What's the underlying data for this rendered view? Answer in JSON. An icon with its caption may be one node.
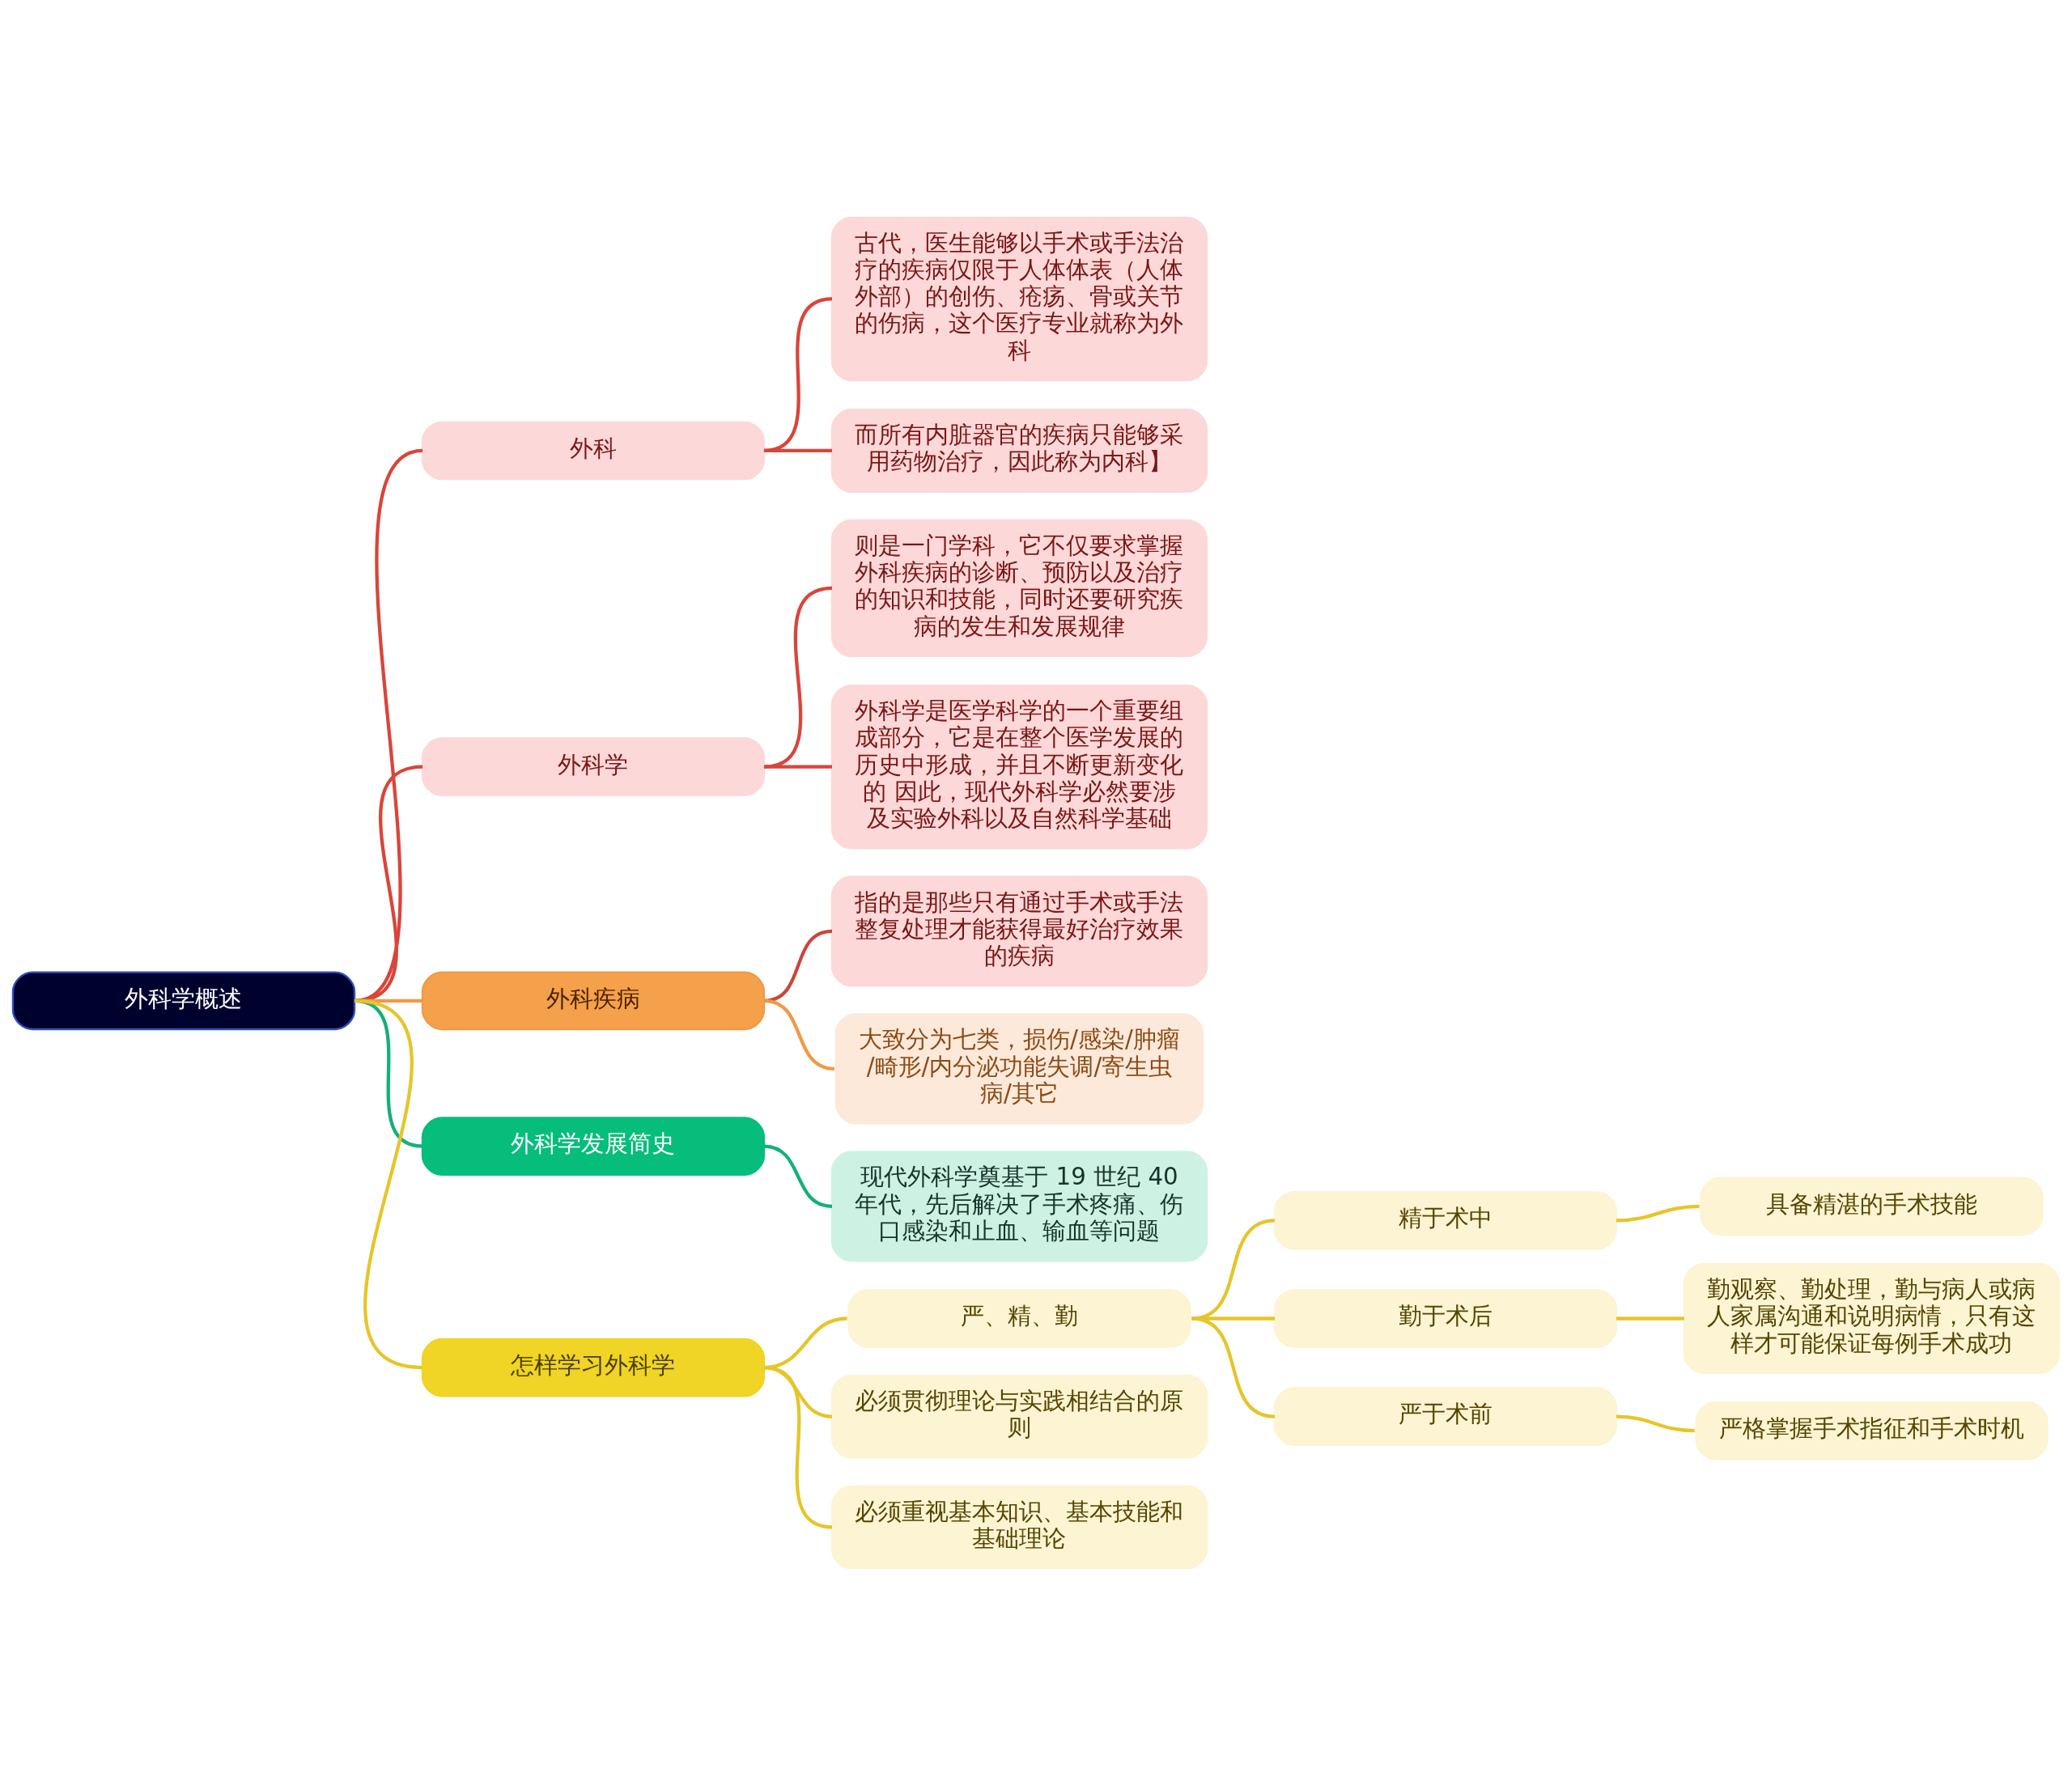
{
  "diagram": {
    "nodes": [
      {
        "text": [
          "外科学概述"
        ]
      },
      {
        "text": [
          "外科"
        ]
      },
      {
        "text": [
          "古代，医生能够以手术或手法治疗的疾病仅限于人体体表（人体外部）的创伤、疮疡、骨或关节的伤病，这个医疗专业就称为外科"
        ]
      },
      {
        "text": [
          "而所有内脏器官的疾病只能够采用药物治疗，因此称为内科】"
        ]
      },
      {
        "text": [
          "外科学"
        ]
      },
      {
        "text": [
          "则是一门学科，它不仅要求掌握外科疾病的诊断、预防以及治疗的知识和技能，同时还要研究疾病的发生和发展规律"
        ]
      },
      {
        "text": [
          "外科学是医学科学的一个重要组成部分，它是在整个医学发展的历史中形成，并且不断更新变化的 因此，现代外科学必然要涉及实验外科以及自然科学基础"
        ]
      },
      {
        "text": [
          "外科疾病"
        ]
      },
      {
        "text": [
          "指的是那些只有通过手术或手法整复处理才能获得最好治疗效果的疾病"
        ]
      },
      {
        "text": [
          "大致分为七类，损伤/感染/肿瘤/畸形/内分泌功能失调/寄生虫病/其它"
        ]
      },
      {
        "text": [
          "外科学发展简史"
        ]
      },
      {
        "text": [
          "现代外科学奠基于 19 世纪 40 年代，先后解决了手术疼痛、伤口感染和止血、输血等问题"
        ]
      },
      {
        "text": [
          "怎样学习外科学"
        ]
      },
      {
        "text": [
          "严、精、勤"
        ]
      },
      {
        "text": [
          "精于术中"
        ]
      },
      {
        "text": [
          "具备精湛的手术技能"
        ]
      },
      {
        "text": [
          "勤于术后"
        ]
      },
      {
        "text": [
          "勤观察、勤处理，勤与病人或病人家属沟通和说明病情，只有这样才可能保证每例手术成功"
        ]
      },
      {
        "text": [
          "严于术前"
        ]
      },
      {
        "text": [
          "严格掌握手术指征和手术时机"
        ]
      },
      {
        "text": [
          "必须贯彻理论与实践相结合的原则"
        ]
      },
      {
        "text": [
          "必须重视基本知识、基本技能和基础理论"
        ]
      }
    ],
    "edges": [
      {
        "from": 0,
        "to": 1,
        "arrow": "none",
        "color": "#d9453b"
      },
      {
        "from": 1,
        "to": 2,
        "arrow": "none",
        "color": "#d9453b"
      },
      {
        "from": 1,
        "to": 3,
        "arrow": "none",
        "color": "#d9453b"
      },
      {
        "from": 0,
        "to": 4,
        "arrow": "none",
        "color": "#d9453b"
      },
      {
        "from": 4,
        "to": 5,
        "arrow": "none",
        "color": "#d9453b"
      },
      {
        "from": 4,
        "to": 6,
        "arrow": "none",
        "color": "#d9453b"
      },
      {
        "from": 0,
        "to": 7,
        "arrow": "none",
        "color": "#f09a45"
      },
      {
        "from": 7,
        "to": 8,
        "arrow": "none",
        "color": "#c8483e"
      },
      {
        "from": 7,
        "to": 9,
        "arrow": "none",
        "color": "#f09a45"
      },
      {
        "from": 0,
        "to": 10,
        "arrow": "none",
        "color": "#14b078"
      },
      {
        "from": 10,
        "to": 11,
        "arrow": "none",
        "color": "#14b078"
      },
      {
        "from": 0,
        "to": 12,
        "arrow": "none"
      },
      {
        "from": 12,
        "to": 13,
        "arrow": "none"
      },
      {
        "from": 13,
        "to": 14,
        "arrow": "none"
      },
      {
        "from": 14,
        "to": 15,
        "arrow": "none"
      },
      {
        "from": 13,
        "to": 16,
        "arrow": "none"
      },
      {
        "from": 16,
        "to": 17,
        "arrow": "none"
      },
      {
        "from": 13,
        "to": 18,
        "arrow": "none"
      },
      {
        "from": 18,
        "to": 19,
        "arrow": "none"
      },
      {
        "from": 12,
        "to": 20,
        "arrow": "none"
      },
      {
        "from": 12,
        "to": 21,
        "arrow": "none"
      }
    ]
  }
}
